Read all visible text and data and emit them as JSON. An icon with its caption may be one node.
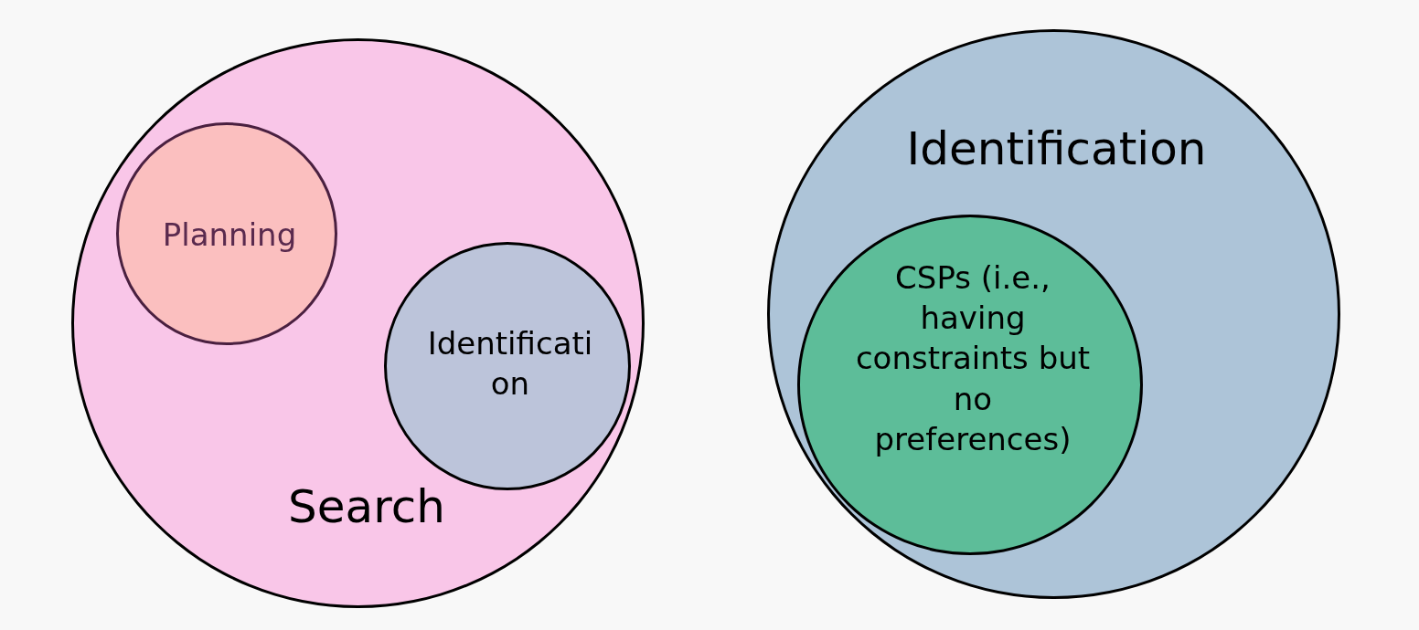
{
  "diagram": {
    "nodes": [
      {
        "text": [
          "Search"
        ]
      },
      {
        "text": [
          "Planning"
        ],
        "in": 0
      },
      {
        "text": [
          "Identification"
        ],
        "in": 0
      },
      {
        "text": [
          "Identification"
        ]
      },
      {
        "text": [
          "CSPs (i.e., having constraints but no preferences)"
        ],
        "in": 3
      }
    ]
  }
}
